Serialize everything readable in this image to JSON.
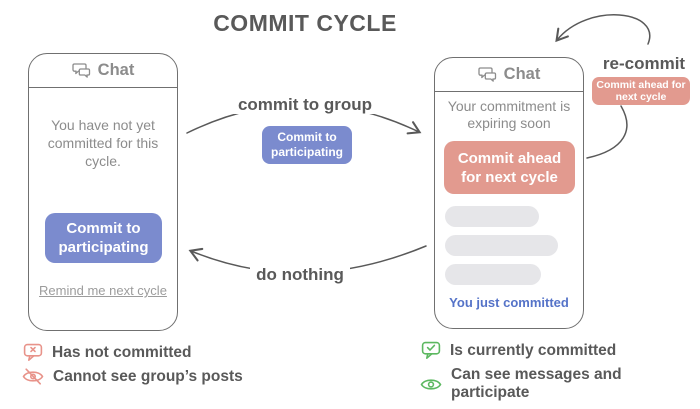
{
  "title": "COMMIT CYCLE",
  "colors": {
    "accent_blue": "#7b8bce",
    "accent_salmon": "#e29a8f",
    "text_dark": "#595959",
    "text_gray": "#8c8c8c",
    "status_blue": "#5573c8",
    "legend_green": "#5cb860",
    "legend_salmon": "#e8938a",
    "placeholder_gray": "#e6e6e9"
  },
  "left_phone": {
    "header": "Chat",
    "header_icon": "chat-bubbles-icon",
    "body_text": "You have not yet committed for this cycle.",
    "button_label": "Commit to participating",
    "link_label": "Remind me next cycle"
  },
  "right_phone": {
    "header": "Chat",
    "header_icon": "chat-bubbles-icon",
    "body_text": "Your commitment is expiring soon",
    "button_label": "Commit ahead for next cycle",
    "status_text": "You just committed",
    "message_placeholders": 3
  },
  "transitions": {
    "top_label": "commit to group",
    "top_button_label": "Commit to participating",
    "bottom_label": "do nothing",
    "loop_label": "re-commit",
    "loop_button_label": "Commit ahead for next cycle"
  },
  "legend": {
    "left": [
      {
        "icon": "bubble-x-icon",
        "label": "Has not committed"
      },
      {
        "icon": "eye-off-icon",
        "label": "Cannot see group’s posts"
      }
    ],
    "right": [
      {
        "icon": "bubble-check-icon",
        "label": "Is currently committed"
      },
      {
        "icon": "eye-icon",
        "label": "Can see messages and participate"
      }
    ]
  }
}
